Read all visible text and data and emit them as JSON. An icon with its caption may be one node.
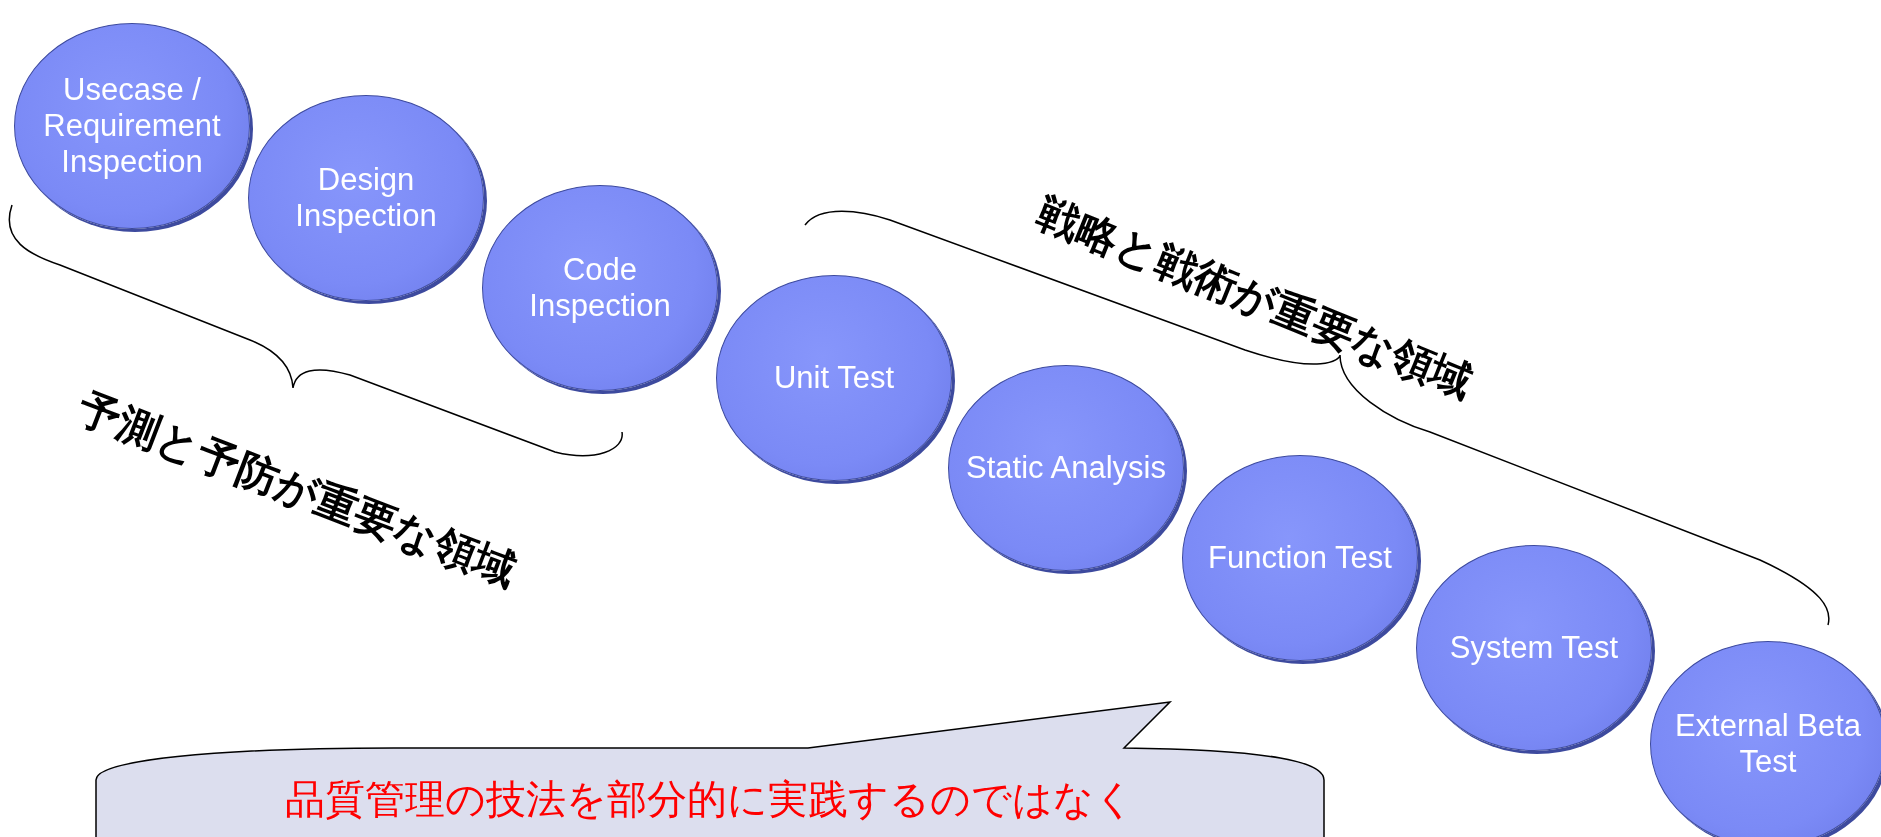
{
  "diagram": {
    "nodes": [
      {
        "text": [
          "Usecase / Requirement Inspection"
        ]
      },
      {
        "text": [
          "Design Inspection"
        ]
      },
      {
        "text": [
          "Code Inspection"
        ]
      },
      {
        "text": [
          "Unit Test"
        ]
      },
      {
        "text": [
          "Static Analysis"
        ]
      },
      {
        "text": [
          "Function Test"
        ]
      },
      {
        "text": [
          "System Test"
        ]
      },
      {
        "text": [
          "External Beta Test"
        ]
      },
      {
        "text": [
          "品質管理の技法を部分的に実践するのではなく"
        ]
      }
    ],
    "labels": [
      "予測と予防が重要な領域",
      "戦略と戦術が重要な領域"
    ]
  }
}
